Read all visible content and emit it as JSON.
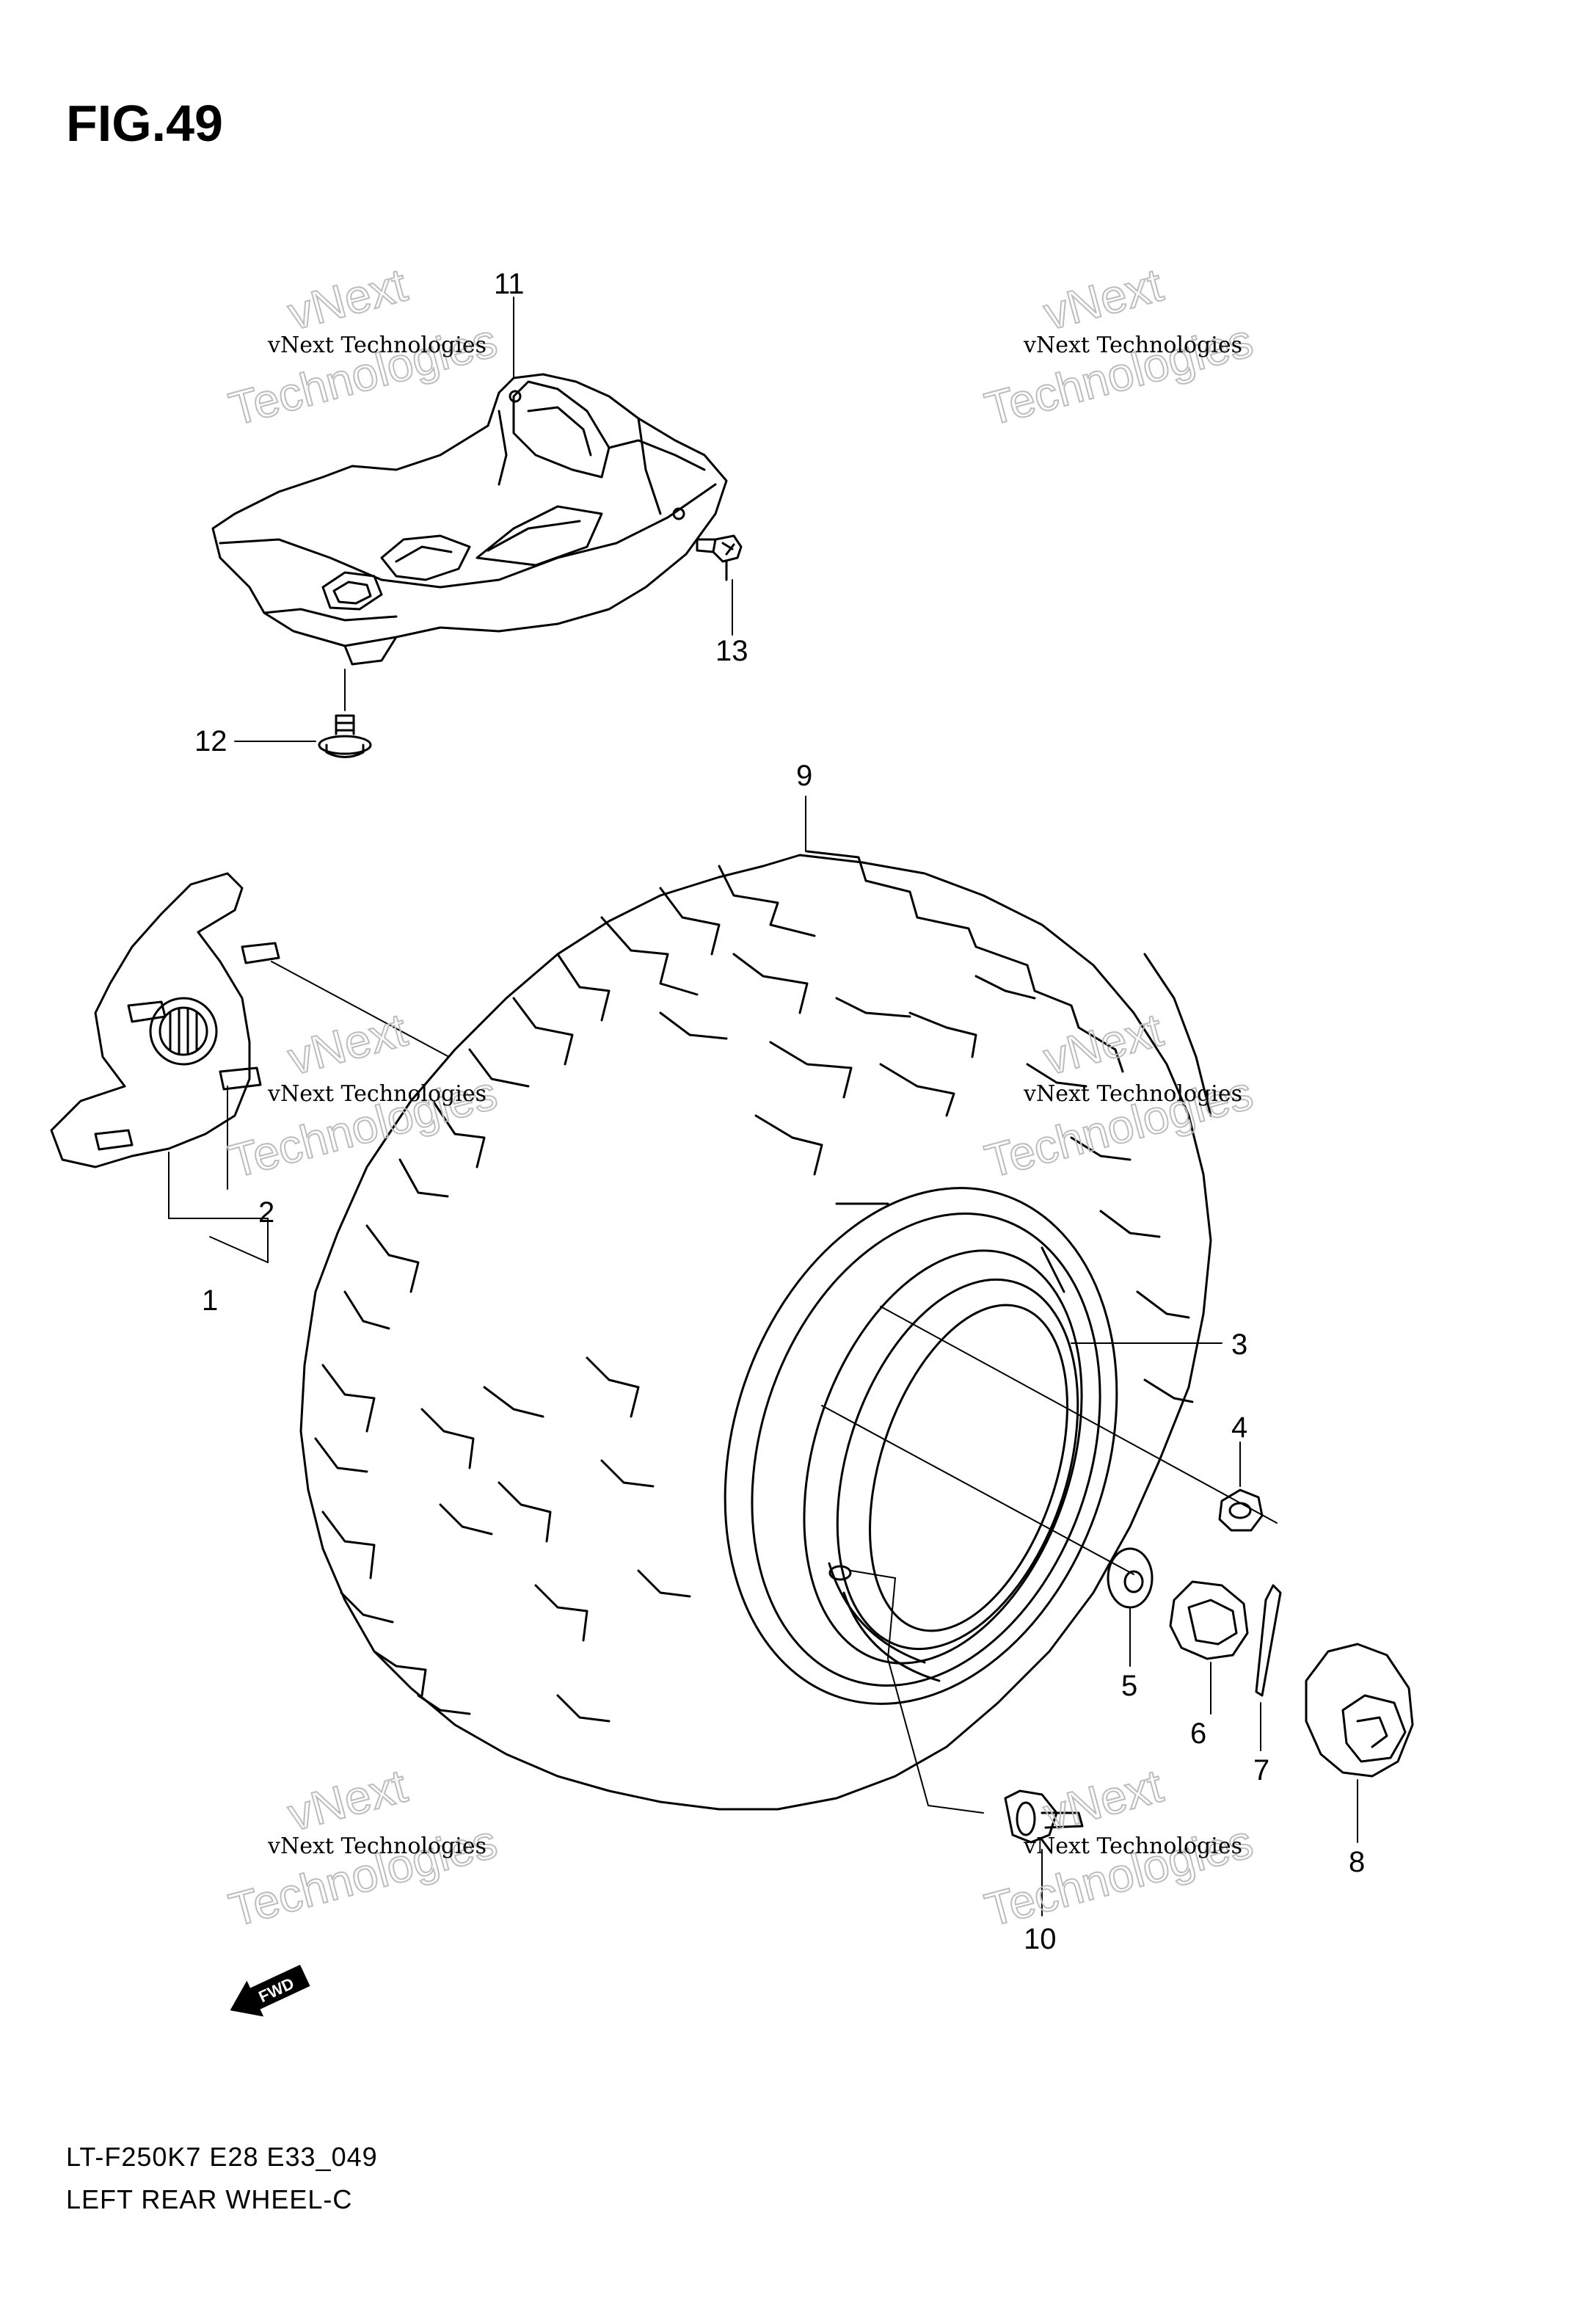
{
  "figure": {
    "title": "FIG.49",
    "code": "LT-F250K7 E28 E33_049",
    "caption": "LEFT REAR WHEEL-C"
  },
  "callouts": [
    "1",
    "2",
    "3",
    "4",
    "5",
    "6",
    "7",
    "8",
    "9",
    "10",
    "11",
    "12",
    "13"
  ],
  "watermark": {
    "line1": "vNext Technologies",
    "brand_top": "vNext",
    "brand_bottom": "Technologies"
  },
  "direction_arrow": {
    "label": "FWD",
    "icon": "fwd-arrow-icon"
  },
  "colors": {
    "line": "#000000",
    "watermark_outline": "#bdbdbd",
    "background": "#ffffff"
  }
}
